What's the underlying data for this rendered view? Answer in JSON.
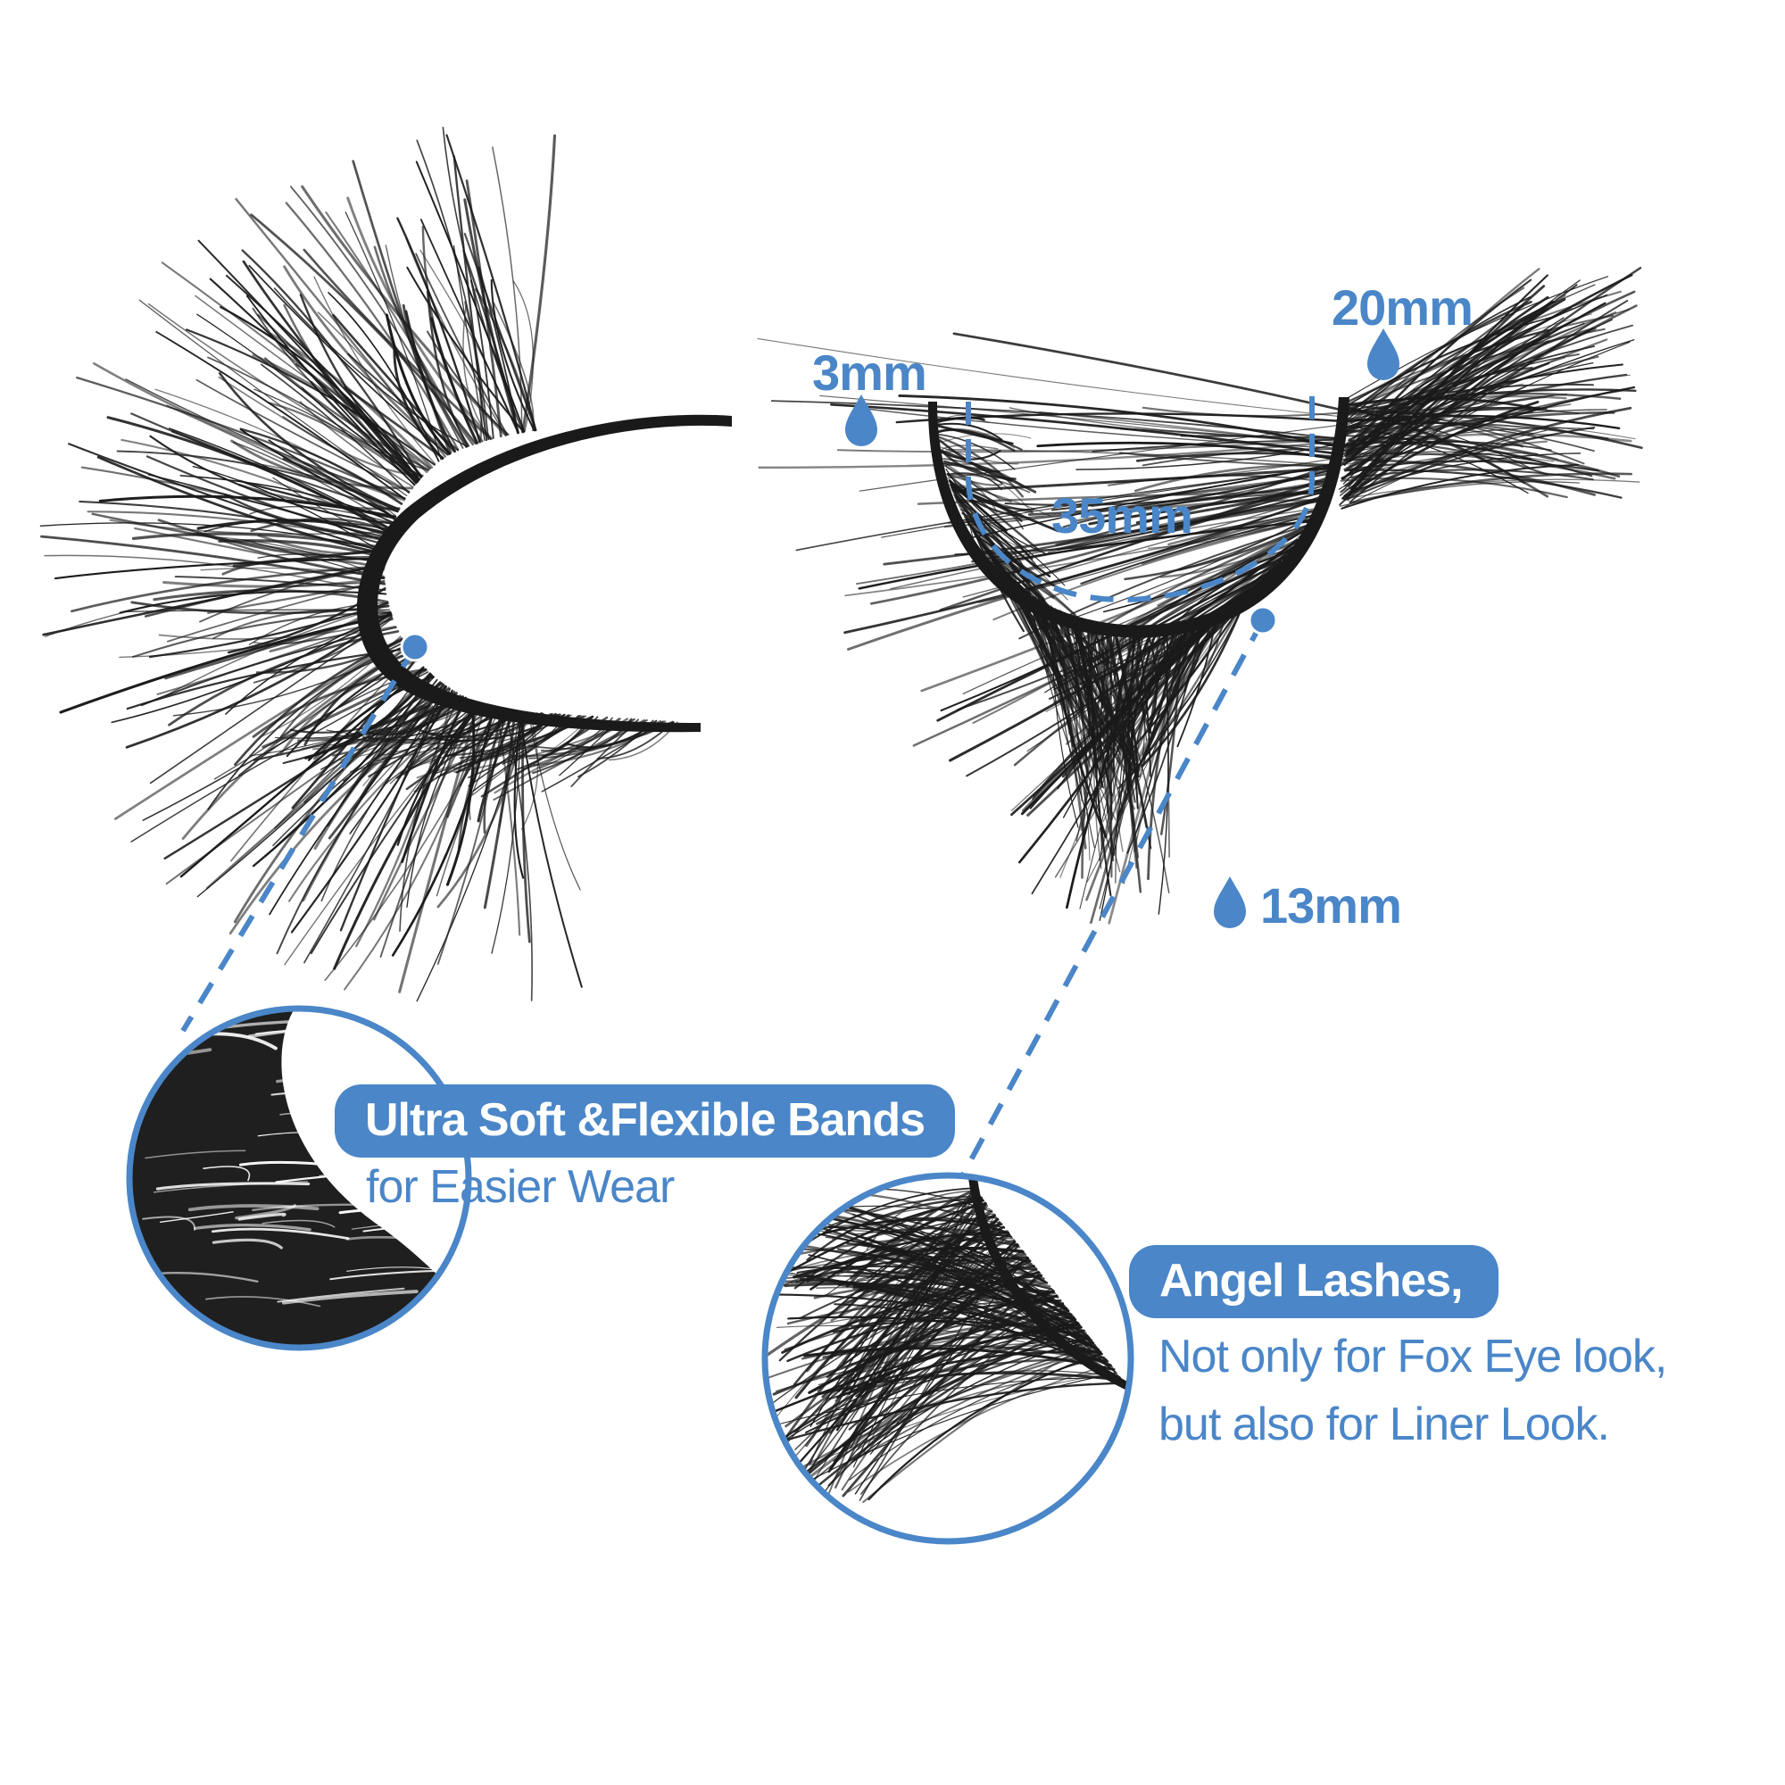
{
  "measurements": {
    "inner_length": "3mm",
    "outer_length": "20mm",
    "band_width": "35mm",
    "middle_length": "13mm"
  },
  "callouts": {
    "band": {
      "title": "Ultra Soft &Flexible Bands",
      "subtitle": "for Easier Wear"
    },
    "style": {
      "title": "Angel Lashes,",
      "line1": "Not only for Fox Eye look,",
      "line2": "but also for Liner Look."
    }
  },
  "colors": {
    "accent": "#4a86c8",
    "lash": "#1a1a1a"
  },
  "icons": [
    "drop-icon",
    "drop-icon",
    "drop-icon"
  ]
}
